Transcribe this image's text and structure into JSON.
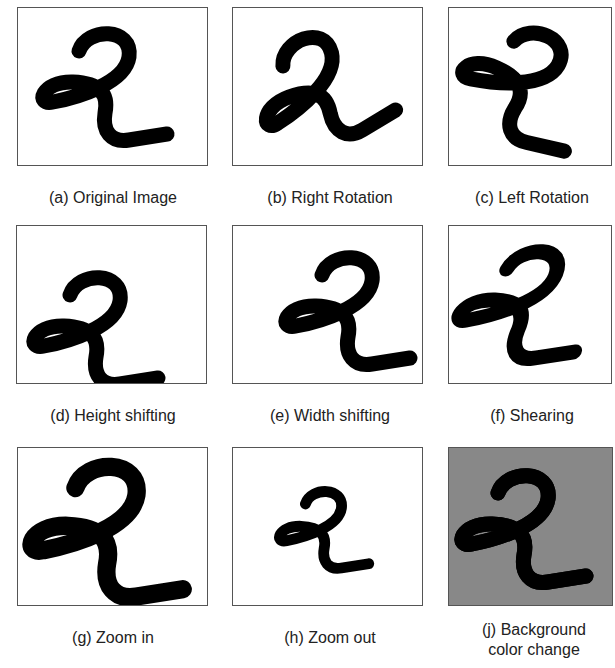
{
  "diagram": {
    "labels": [
      "(a) Original Image",
      "(b) Right Rotation",
      "(c) Left Rotation",
      "(d) Height shifting",
      "(e) Width shifting",
      "(f) Shearing",
      "(g) Zoom in",
      "(h) Zoom out",
      "(j) Background color change"
    ]
  }
}
